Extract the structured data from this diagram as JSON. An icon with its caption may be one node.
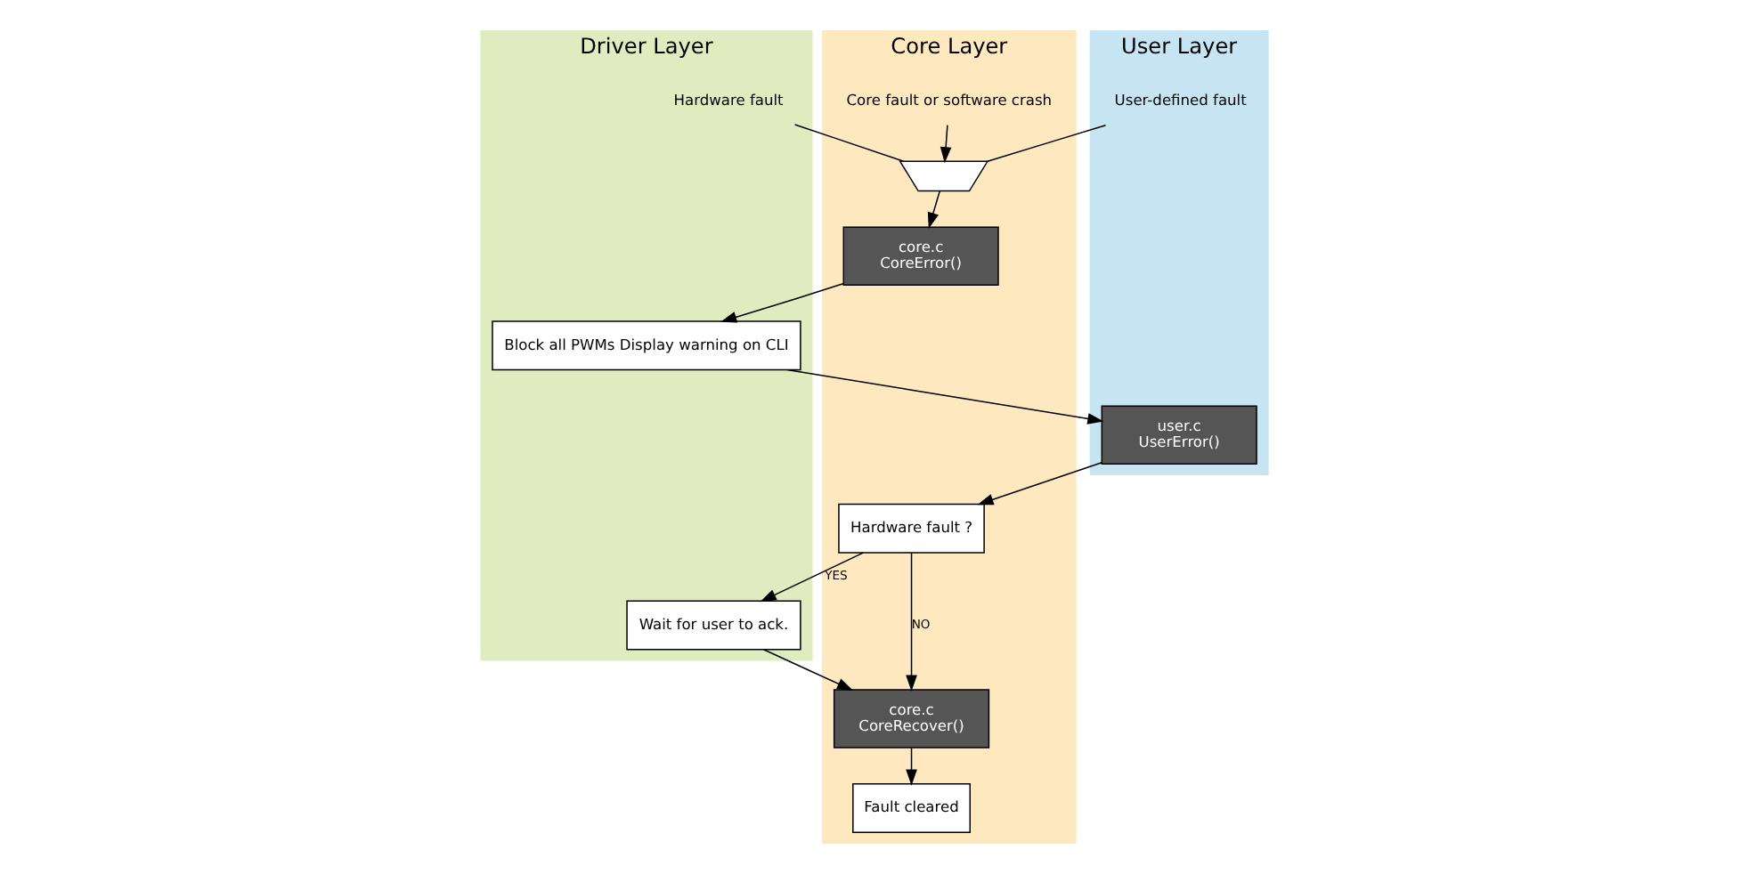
{
  "diagram": {
    "nodes": [
      {
        "text": [
          "Driver Layer"
        ]
      },
      {
        "text": [
          "Core Layer"
        ]
      },
      {
        "text": [
          "User Layer"
        ]
      },
      {
        "text": [
          "Hardware fault"
        ],
        "in": 0
      },
      {
        "text": [
          "Core fault or software crash"
        ],
        "in": 1
      },
      {
        "text": [
          "User-defined fault"
        ],
        "in": 2
      },
      {
        "text": [],
        "shape": "trapezoid",
        "in": 1
      },
      {
        "text": [
          "core.c",
          "CoreError()"
        ],
        "in": 1
      },
      {
        "text": [
          "Block all PWMs Display warning on CLI"
        ],
        "in": 0
      },
      {
        "text": [
          "user.c",
          "UserError()"
        ],
        "in": 2
      },
      {
        "text": [
          "Hardware fault ?"
        ],
        "in": 1
      },
      {
        "text": [
          "Wait for user to ack."
        ],
        "in": 0
      },
      {
        "text": [
          "core.c",
          "CoreRecover()"
        ],
        "in": 1
      },
      {
        "text": [
          "Fault cleared"
        ],
        "in": 1
      }
    ],
    "edges": [
      {
        "from": 3,
        "to": 6,
        "arrow": "none"
      },
      {
        "from": 4,
        "to": 6,
        "arrow": "to"
      },
      {
        "from": 5,
        "to": 6,
        "arrow": "none"
      },
      {
        "from": 6,
        "to": 7,
        "arrow": "to"
      },
      {
        "from": 7,
        "to": 8,
        "arrow": "to"
      },
      {
        "from": 8,
        "to": 9,
        "arrow": "to"
      },
      {
        "from": 9,
        "to": 10,
        "arrow": "to"
      },
      {
        "from": 10,
        "to": 11,
        "arrow": "to",
        "label": "YES"
      },
      {
        "from": 10,
        "to": 12,
        "arrow": "to",
        "label": "NO"
      },
      {
        "from": 11,
        "to": 12,
        "arrow": "to"
      },
      {
        "from": 12,
        "to": 13,
        "arrow": "to"
      }
    ]
  }
}
